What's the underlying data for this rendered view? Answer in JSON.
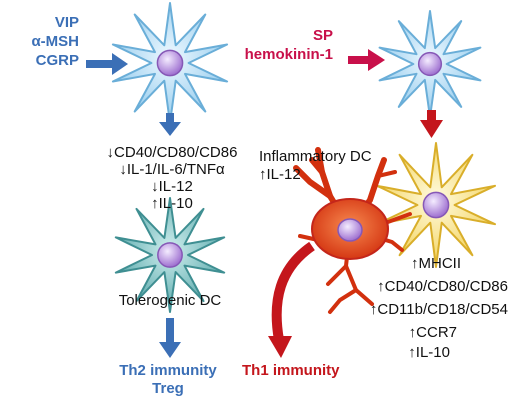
{
  "colors": {
    "blue": "#3b6fb6",
    "crimson": "#c8104a",
    "red": "#c4161c",
    "text": "#111111",
    "cell_blue": "#a8d8f0",
    "cell_teal": "#6fb7b5",
    "cell_red": "#e2451c",
    "cell_yellow": "#f6e27a",
    "nucleus": "#b48ad8"
  },
  "left": {
    "stimuli": [
      "VIP",
      "α-MSH",
      "CGRP"
    ],
    "effects": [
      "↓CD40/CD80/CD86",
      "↓IL-1/IL-6/TNFα",
      "↓IL-12",
      "↑IL-10"
    ],
    "cell_label": "Tolerogenic DC",
    "outcome": [
      "Th2 immunity",
      "Treg"
    ]
  },
  "right": {
    "stimuli": [
      "SP",
      "hemokinin-1"
    ],
    "inflammatory_label": [
      "Inflammatory DC",
      "↑IL-12"
    ],
    "markers": [
      "↑MHCII",
      "↑CD40/CD80/CD86",
      "↑CD11b/CD18/CD54",
      "↑CCR7",
      "↑IL-10"
    ],
    "outcome": "Th1 immunity"
  }
}
